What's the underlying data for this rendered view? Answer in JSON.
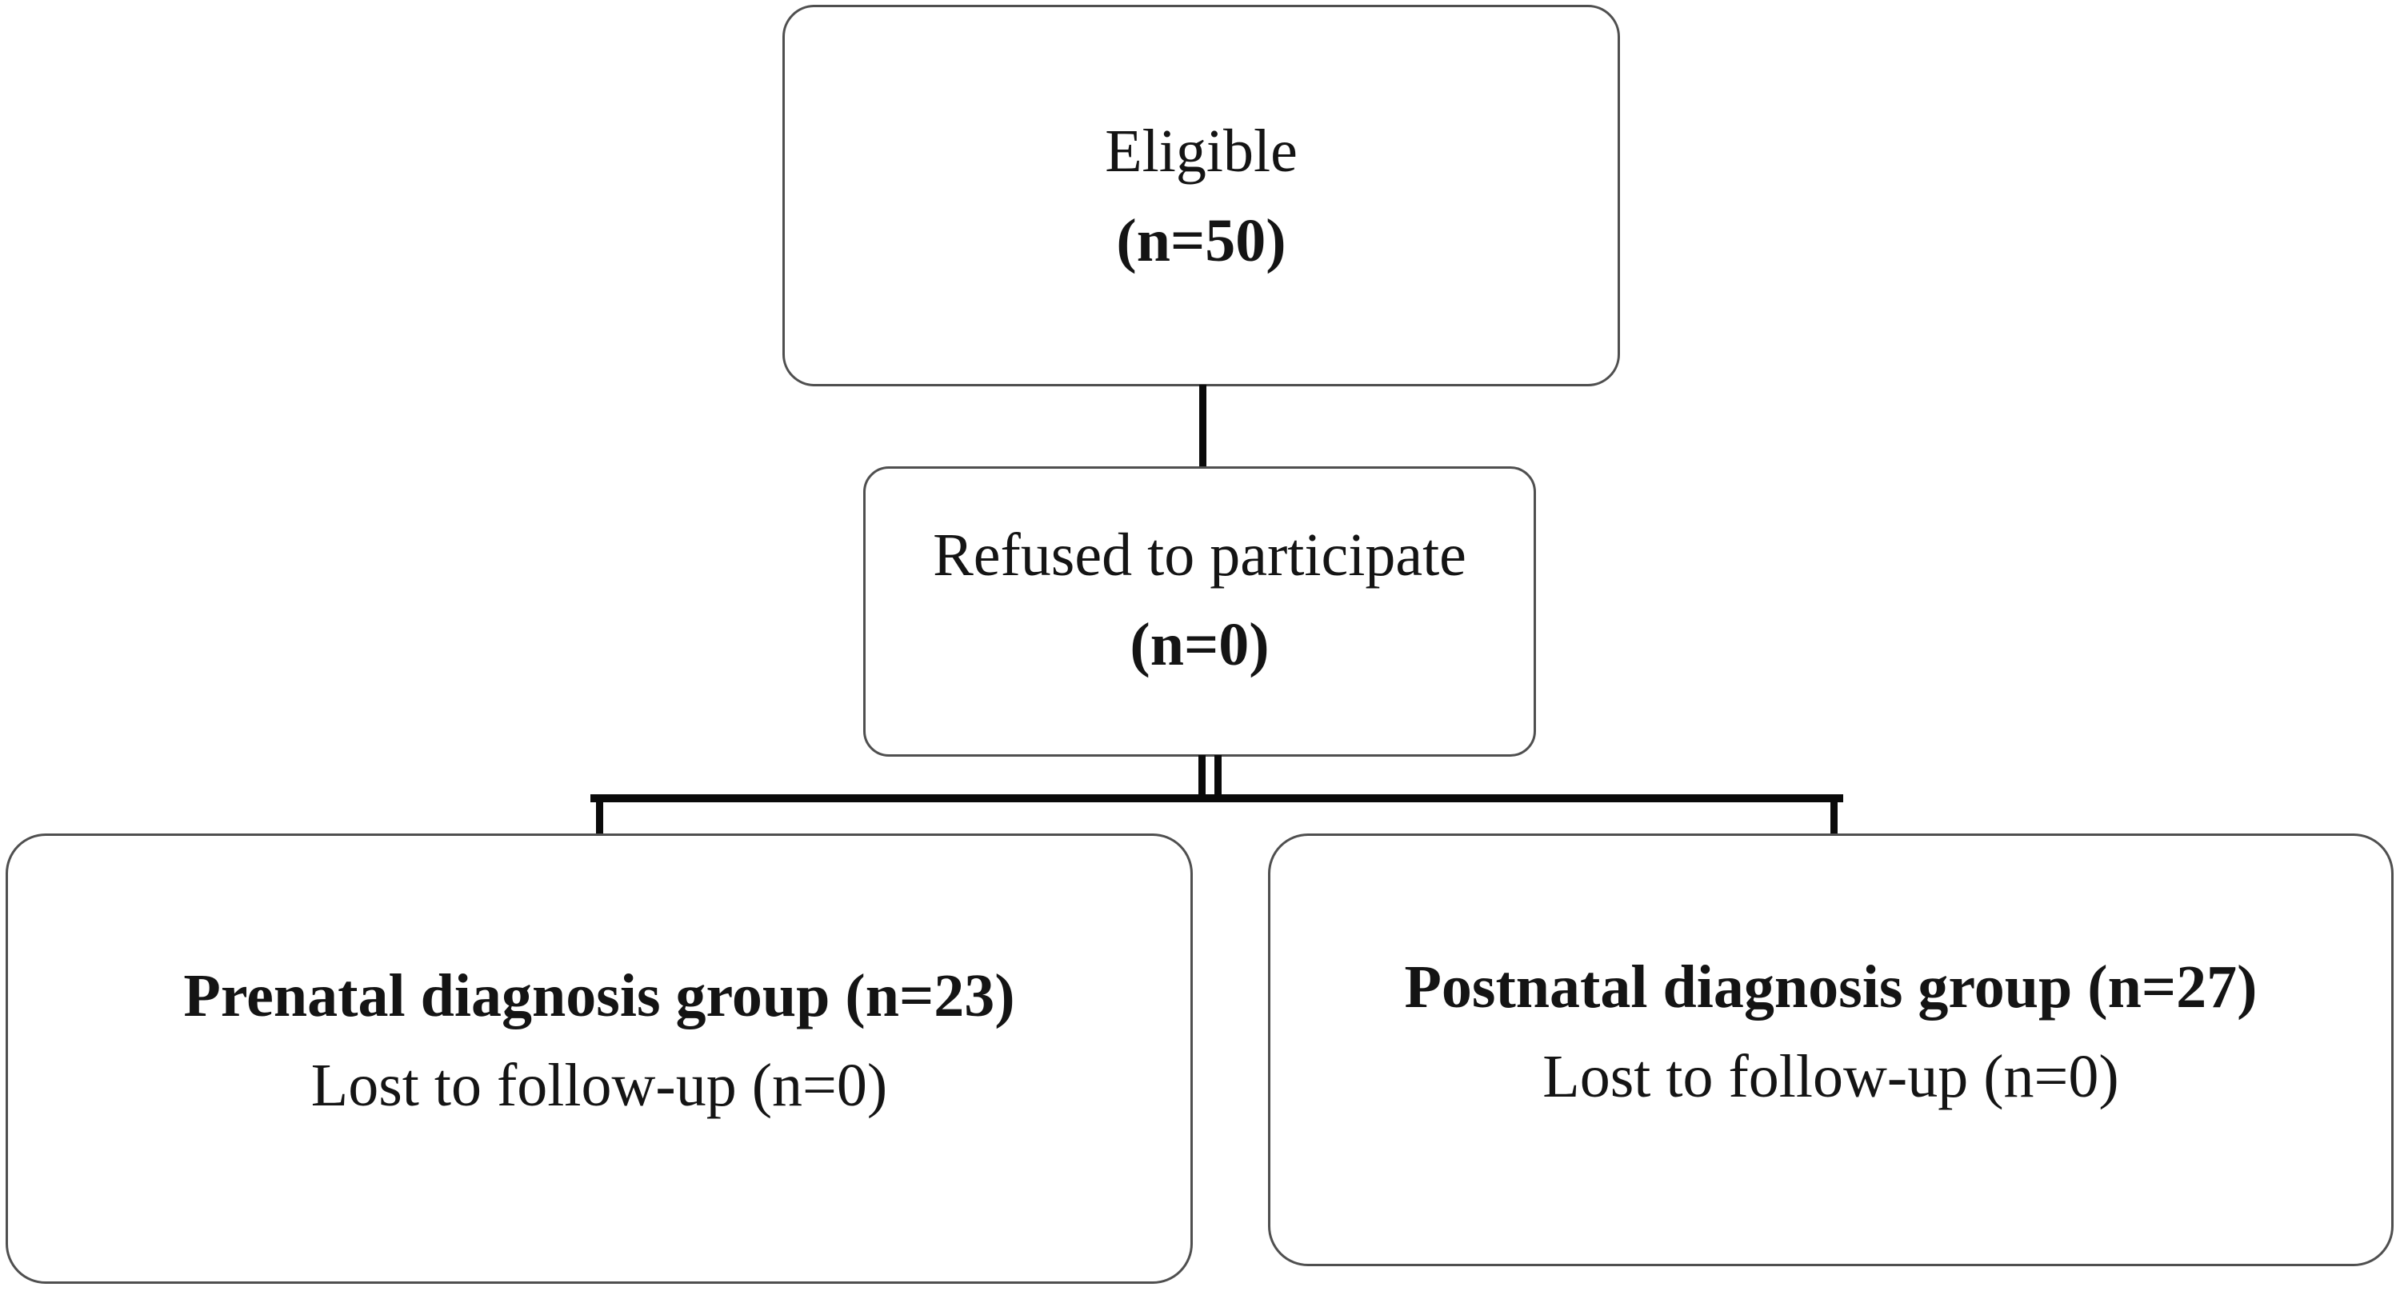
{
  "figure": {
    "type": "study-flow-diagram"
  },
  "colors": {
    "box-border": "#4f4f4f",
    "connector": "#0a0a0a",
    "text": "#141414",
    "background": "#ffffff"
  },
  "boxes": {
    "eligible": {
      "line1": "Eligible",
      "line2": "(n=50)"
    },
    "refused": {
      "line1": "Refused to participate",
      "line2": "(n=0)"
    },
    "prenatal": {
      "line1": "Prenatal diagnosis group (n=23)",
      "line2": "Lost to follow-up (n=0)"
    },
    "postnatal": {
      "line1": "Postnatal diagnosis group (n=27)",
      "line2": "Lost to follow-up (n=0)"
    }
  },
  "connections": [
    {
      "from": "Eligible (n=50)",
      "to": "Refused to participate (n=0)"
    },
    {
      "from": "Refused to participate (n=0)",
      "to": "Prenatal diagnosis group (n=23)"
    },
    {
      "from": "Refused to participate (n=0)",
      "to": "Postnatal diagnosis group (n=27)"
    }
  ]
}
